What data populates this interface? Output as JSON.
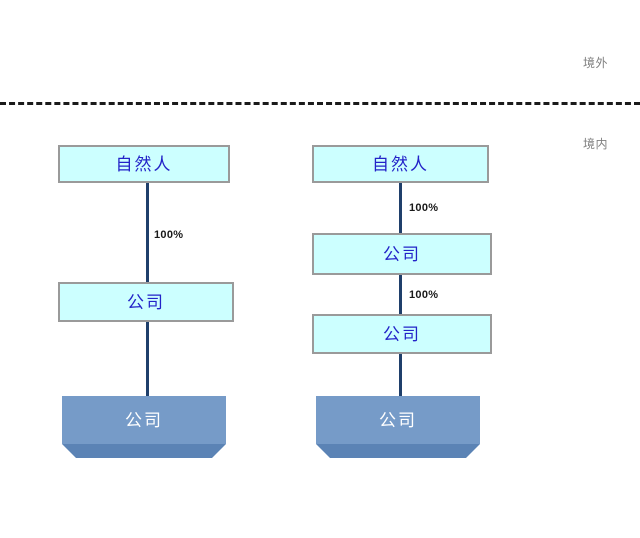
{
  "diagram": {
    "zones": [
      {
        "name": "overseas",
        "label": "境外"
      },
      {
        "name": "domestic",
        "label": "境内"
      }
    ],
    "boundary": {
      "style": "dashed",
      "color": "#1a1a1a"
    },
    "colors": {
      "node_fill": "#ccffff",
      "node_border": "#9a9a9a",
      "node_text": "#2323c8",
      "solid_node_fill": "#769bc8",
      "solid_node_text": "#ffffff",
      "connector": "#1f3f6b",
      "zone_label": "#7f7f7f"
    },
    "structures": [
      {
        "name": "structure-left",
        "nodes": [
          {
            "id": "left-person",
            "label": "自然人",
            "type": "flat"
          },
          {
            "id": "left-company-1",
            "label": "公司",
            "type": "flat"
          },
          {
            "id": "left-company-2",
            "label": "公司",
            "type": "solid"
          }
        ],
        "edges": [
          {
            "from": "left-person",
            "to": "left-company-1",
            "label": "100%"
          },
          {
            "from": "left-company-1",
            "to": "left-company-2",
            "label": ""
          }
        ]
      },
      {
        "name": "structure-right",
        "nodes": [
          {
            "id": "right-person",
            "label": "自然人",
            "type": "flat"
          },
          {
            "id": "right-company-1",
            "label": "公司",
            "type": "flat"
          },
          {
            "id": "right-company-2",
            "label": "公司",
            "type": "flat"
          },
          {
            "id": "right-company-3",
            "label": "公司",
            "type": "solid"
          }
        ],
        "edges": [
          {
            "from": "right-person",
            "to": "right-company-1",
            "label": "100%"
          },
          {
            "from": "right-company-1",
            "to": "right-company-2",
            "label": "100%"
          },
          {
            "from": "right-company-2",
            "to": "right-company-3",
            "label": ""
          }
        ]
      }
    ]
  }
}
